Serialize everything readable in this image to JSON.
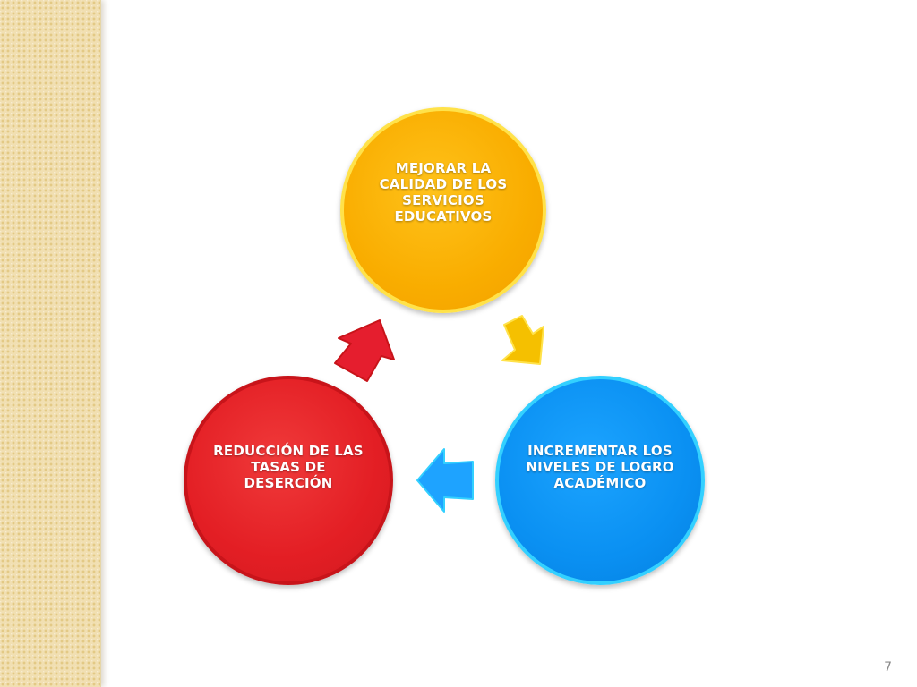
{
  "diagram": {
    "nodes": [
      {
        "id": "top",
        "label": "MEJORAR LA CALIDAD DE LOS SERVICIOS EDUCATIVOS",
        "color": "#F9AD00"
      },
      {
        "id": "right",
        "label": "INCREMENTAR LOS NIVELES DE LOGRO ACADÉMICO",
        "color": "#0A90F2"
      },
      {
        "id": "left",
        "label": "REDUCCIÓN DE LAS TASAS DE DESERCIÓN",
        "color": "#E31E24"
      }
    ],
    "arrows": [
      {
        "from": "top",
        "to": "right",
        "color": "#F5C000"
      },
      {
        "from": "right",
        "to": "left",
        "color": "#1EA3FF"
      },
      {
        "from": "left",
        "to": "top",
        "color": "#E51E2E"
      }
    ]
  },
  "footer": {
    "page_number": "7"
  }
}
